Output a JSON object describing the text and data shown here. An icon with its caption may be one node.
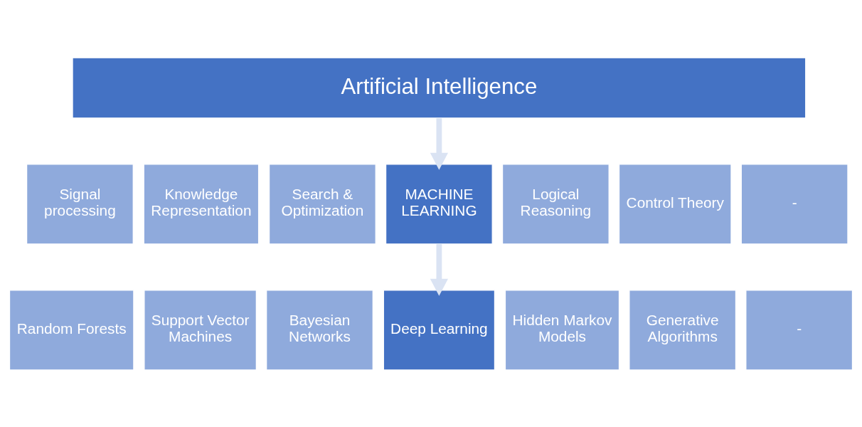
{
  "diagram": {
    "nodes": [
      {
        "text": [
          "Artificial Intelligence"
        ]
      },
      {
        "text": [
          "Signal processing"
        ]
      },
      {
        "text": [
          "Knowledge Representation"
        ]
      },
      {
        "text": [
          "Search & Optimization"
        ]
      },
      {
        "text": [
          "MACHINE LEARNING"
        ]
      },
      {
        "text": [
          "Logical Reasoning"
        ]
      },
      {
        "text": [
          "Control Theory"
        ]
      },
      {
        "text": [
          "-"
        ]
      },
      {
        "text": [
          "Random Forests"
        ]
      },
      {
        "text": [
          "Support Vector Machines"
        ]
      },
      {
        "text": [
          "Bayesian Networks"
        ]
      },
      {
        "text": [
          "Deep Learning"
        ]
      },
      {
        "text": [
          "Hidden Markov Models"
        ]
      },
      {
        "text": [
          "Generative Algorithms"
        ]
      },
      {
        "text": [
          "-"
        ]
      }
    ],
    "edges": [
      {
        "from": 0,
        "to": 4,
        "arrow": "to"
      },
      {
        "from": 4,
        "to": 11,
        "arrow": "to"
      }
    ]
  }
}
